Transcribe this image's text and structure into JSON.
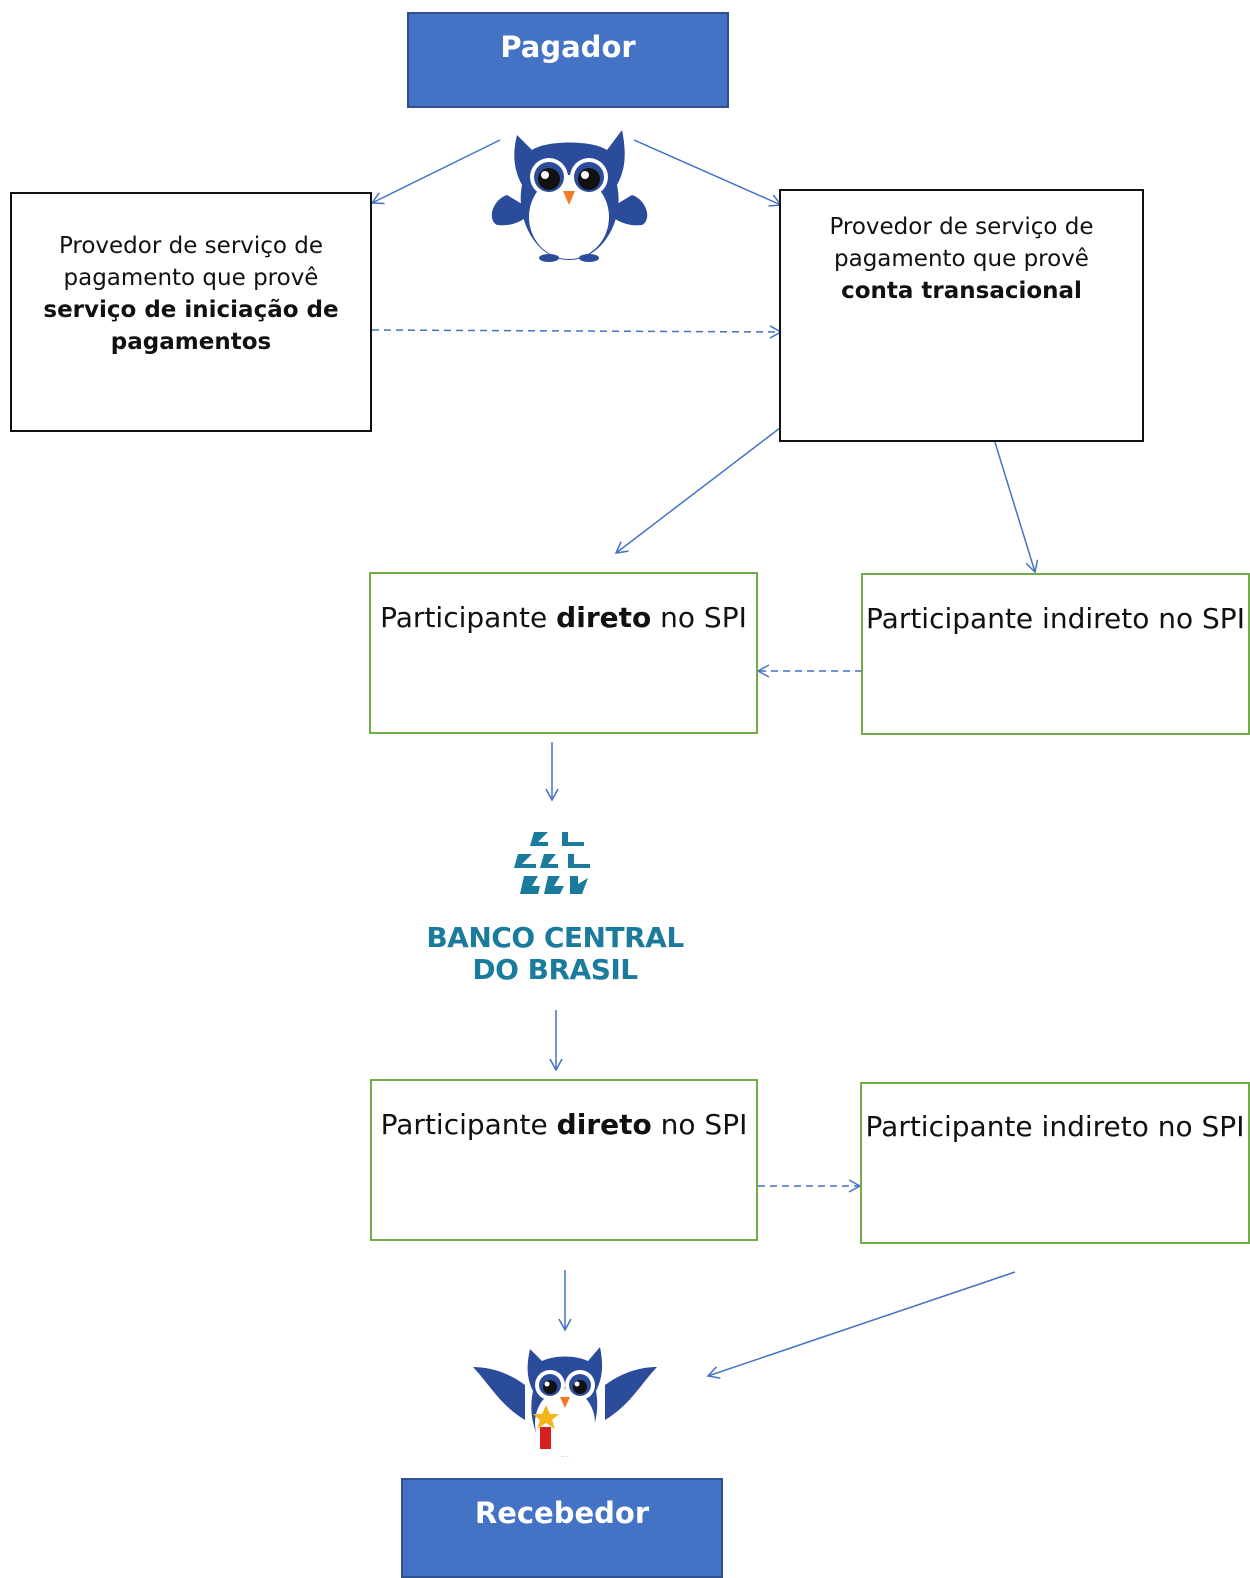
{
  "nodes": {
    "pagador": "Pagador",
    "recebedor": "Recebedor",
    "iniciacao": {
      "text": "Provedor de serviço de pagamento que provê",
      "bold": "serviço de iniciação de pagamentos"
    },
    "conta": {
      "text": "Provedor de serviço de pagamento que provê",
      "bold": "conta transacional"
    },
    "direto_top": {
      "pre": "Participante",
      "bold": "direto",
      "post": "no SPI"
    },
    "indireto_top": {
      "text": "Participante indireto no SPI"
    },
    "direto_bottom": {
      "pre": "Participante",
      "bold": "direto",
      "post": "no SPI"
    },
    "indireto_bottom": {
      "text": "Participante indireto no SPI"
    }
  },
  "logo": {
    "line1": "BANCO CENTRAL",
    "line2": "DO BRASIL"
  },
  "colors": {
    "blue_fill": "#4472c4",
    "arrow": "#4472c4",
    "green_border": "#70ad47",
    "owl_blue": "#2b4c9b",
    "bcb_teal": "#1b7b9c"
  },
  "icons": [
    "owl-payer-icon",
    "bcb-logo-icon",
    "owl-receiver-icon"
  ]
}
